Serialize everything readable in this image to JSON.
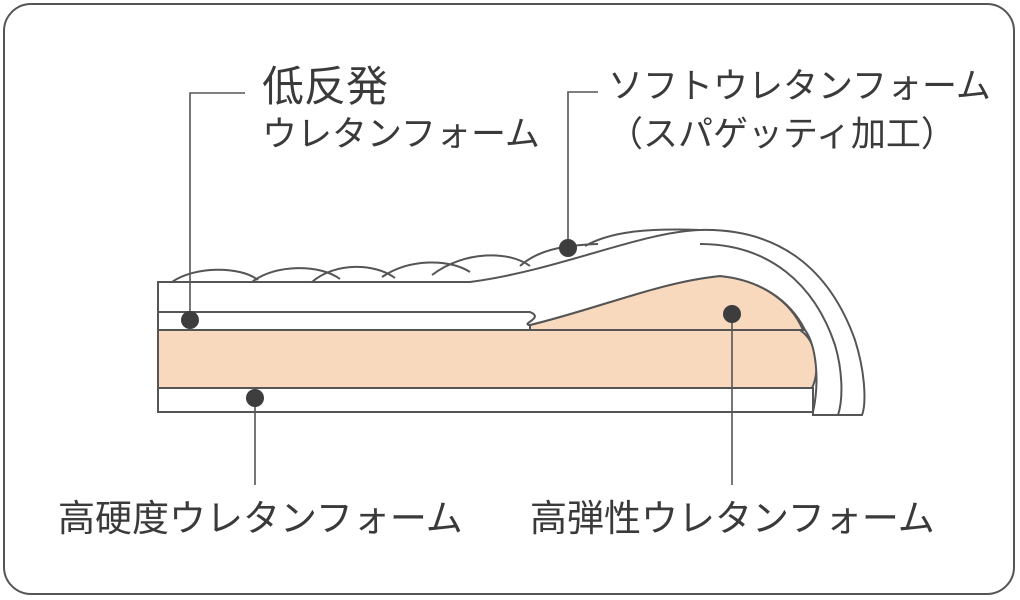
{
  "labels": {
    "low_resilience_line1": "低反発",
    "low_resilience_line2": "ウレタンフォーム",
    "soft_line1": "ソフトウレタンフォーム",
    "soft_line2": "（スパゲッティ加工）",
    "high_hardness": "高硬度ウレタンフォーム",
    "high_resilience": "高弾性ウレタンフォーム"
  },
  "colors": {
    "line": "#555555",
    "dot": "#3d3d3d",
    "foam_peach": "#f9d9bd",
    "background": "#ffffff"
  }
}
